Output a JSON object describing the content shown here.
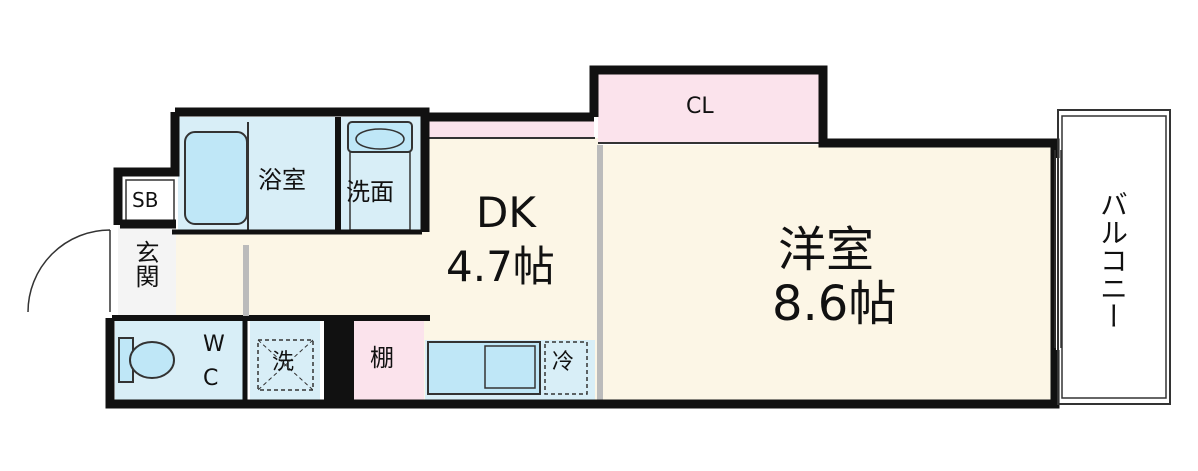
{
  "rooms": {
    "cl": "CL",
    "dk_name": "DK",
    "dk_size": "4.7帖",
    "youshitsu_name": "洋室",
    "youshitsu_size": "8.6帖",
    "balcony": "バルコニー",
    "bath": "浴室",
    "washroom": "洗面",
    "sb": "SB",
    "entrance": "玄関",
    "wc_w": "W",
    "wc_c": "C",
    "laundry": "洗",
    "shelf": "棚",
    "fridge": "冷"
  },
  "colors": {
    "wall": "#111111",
    "dk_floor": "#fcf6e6",
    "youshitsu_floor": "#fcf6e6",
    "cl_floor": "#fbe3ec",
    "shelf_floor": "#fbe3ec",
    "wet_area": "#d8eef7",
    "fixture": "#bfe7f7"
  }
}
